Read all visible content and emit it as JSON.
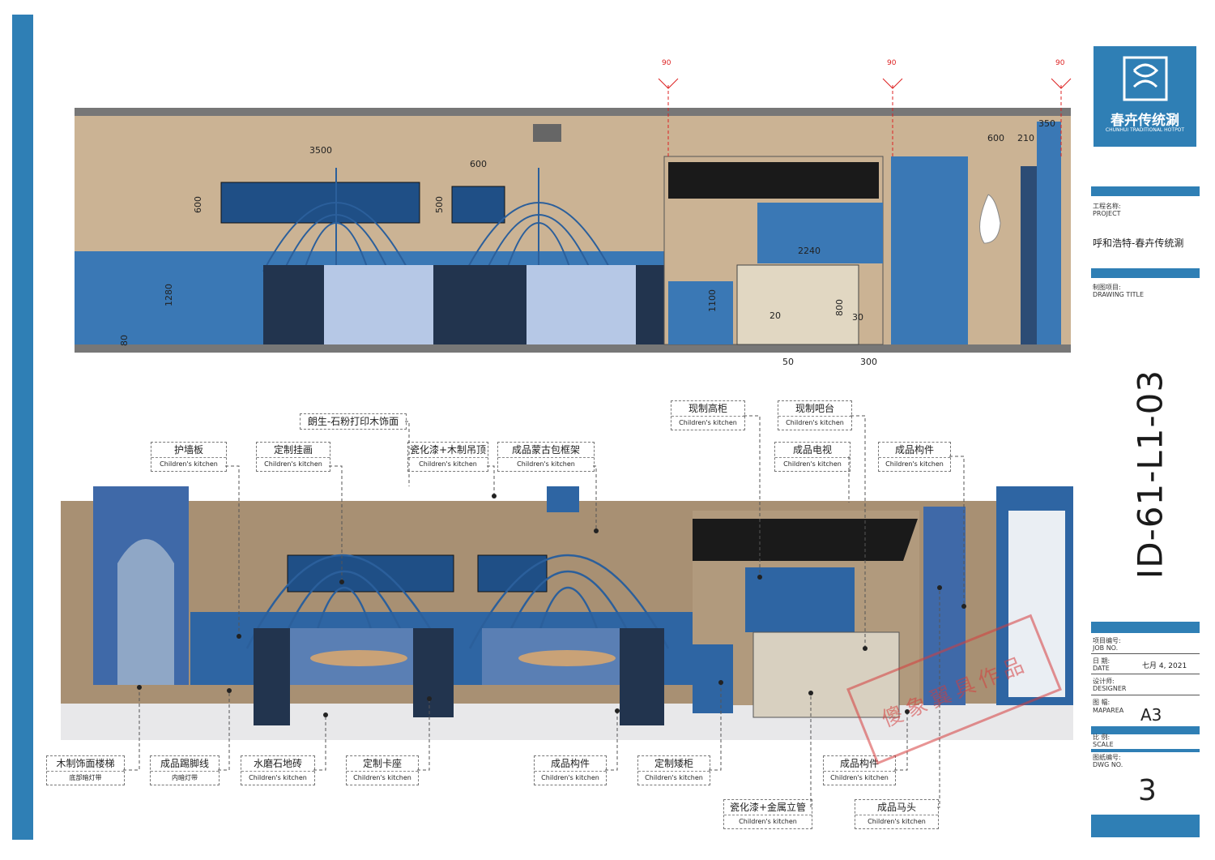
{
  "logo": {
    "title": "春卉传统涮",
    "subtitle": "CHUNHUI TRADITIONAL HOTPOT"
  },
  "titleblock": {
    "project_label_cn": "工程名称:",
    "project_label_en": "PROJECT",
    "project_name": "呼和浩特-春卉传统涮",
    "drawing_title_cn": "制图项目:",
    "drawing_title_en": "DRAWING TITLE",
    "drawing_number": "ID-61-L1-03",
    "job_cn": "项目编号:",
    "job_en": "JOB NO.",
    "date_cn": "日 期:",
    "date_en": "DATE",
    "date_value": "七月 4, 2021",
    "designer_cn": "设计师:",
    "designer_en": "DESIGNER",
    "maparea_cn": "图 幅:",
    "maparea_en": "MAPAREA",
    "maparea_value": "A3",
    "scale_cn": "比 例:",
    "scale_en": "SCALE",
    "dwgno_cn": "图纸编号:",
    "dwgno_en": "DWG NO.",
    "dwgno_value": "3"
  },
  "elevation": {
    "section_markers": [
      "90",
      "90",
      "90"
    ],
    "dims": {
      "d3500": "3500",
      "d600a": "600",
      "d600b": "600",
      "d600v": "600",
      "d500v": "500",
      "d1280": "1280",
      "d80": "80",
      "d350": "350",
      "d210": "210",
      "d2240": "2240",
      "d1100": "1100",
      "d800": "800",
      "d20": "20",
      "d30": "30",
      "d50": "50",
      "d300": "300"
    }
  },
  "callouts": [
    {
      "title": "朗生-石粉打印木饰面",
      "sub": ""
    },
    {
      "title": "护墙板",
      "sub": "Children's kitchen"
    },
    {
      "title": "定制挂画",
      "sub": "Children's kitchen"
    },
    {
      "title": "瓷化漆+木制吊顶",
      "sub": "Children's kitchen"
    },
    {
      "title": "成品蒙古包框架",
      "sub": "Children's kitchen"
    },
    {
      "title": "现制高柜",
      "sub": "Children's kitchen"
    },
    {
      "title": "现制吧台",
      "sub": "Children's kitchen"
    },
    {
      "title": "成品电视",
      "sub": "Children's kitchen"
    },
    {
      "title": "成品构件",
      "sub": "Children's kitchen"
    },
    {
      "title": "木制饰面楼梯",
      "sub": "底部暗灯带"
    },
    {
      "title": "成品踢脚线",
      "sub": "内暗灯带"
    },
    {
      "title": "水磨石地砖",
      "sub": "Children's kitchen"
    },
    {
      "title": "定制卡座",
      "sub": "Children's kitchen"
    },
    {
      "title": "成品构件",
      "sub": "Children's kitchen"
    },
    {
      "title": "定制矮柜",
      "sub": "Children's kitchen"
    },
    {
      "title": "成品构件",
      "sub": "Children's kitchen"
    },
    {
      "title": "瓷化漆+金属立管",
      "sub": "Children's kitchen"
    },
    {
      "title": "成品马头",
      "sub": "Children's kitchen"
    }
  ],
  "stamp": "傻象翼具作品",
  "colors": {
    "accent": "#2f7fb5",
    "wall": "#cbb394",
    "blue": "#3a78b5",
    "darkblue": "#1f4f86"
  }
}
